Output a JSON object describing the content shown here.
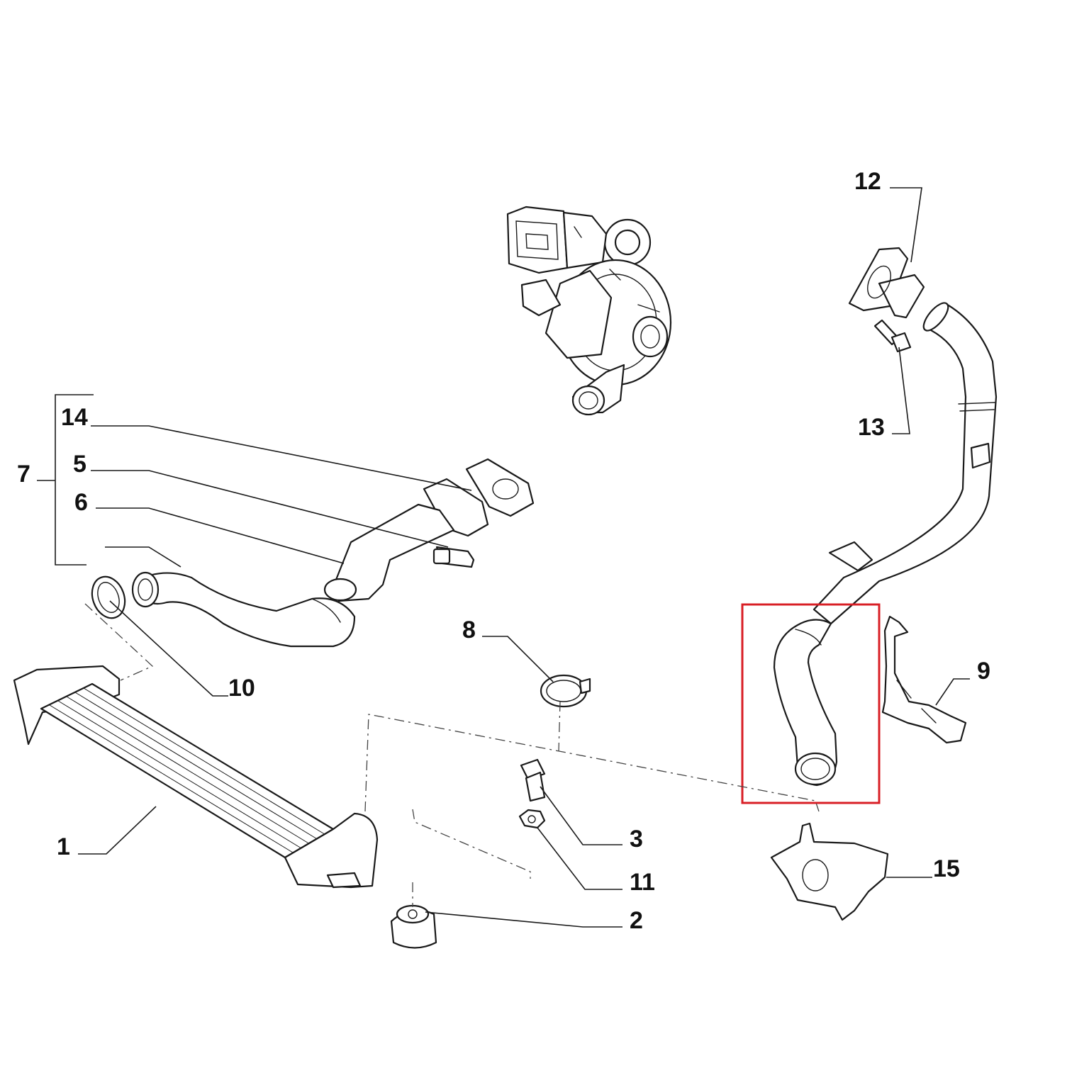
{
  "callouts": {
    "c1": "1",
    "c2": "2",
    "c3": "3",
    "c5": "5",
    "c6": "6",
    "c7": "7",
    "c8": "8",
    "c9": "9",
    "c10": "10",
    "c11": "11",
    "c12": "12",
    "c13": "13",
    "c14": "14",
    "c15": "15"
  },
  "highlight": {
    "color": "#d81f26",
    "target_callout": "highlighted hose"
  }
}
